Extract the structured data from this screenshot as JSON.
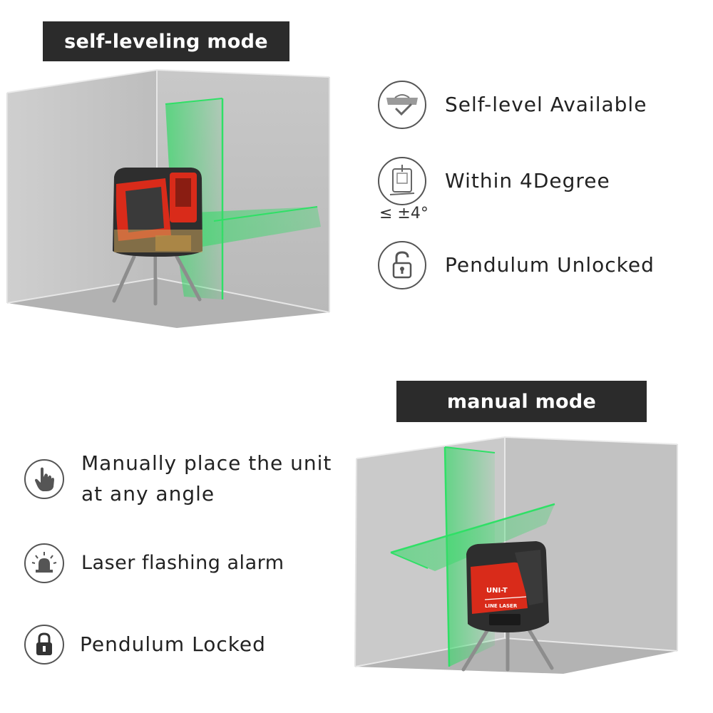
{
  "self_leveling": {
    "banner": "self-leveling mode",
    "features": [
      {
        "icon": "level-check-icon",
        "label": "Self-level Available"
      },
      {
        "icon": "tilt-range-icon",
        "label": "Within 4Degree",
        "sublabel": "≤ ±4°"
      },
      {
        "icon": "unlocked-padlock-icon",
        "label": "Pendulum Unlocked"
      }
    ]
  },
  "manual": {
    "banner": "manual mode",
    "features": [
      {
        "icon": "hand-pointer-icon",
        "label_line1": "Manually place the unit",
        "label_line2": "at any angle"
      },
      {
        "icon": "alarm-beacon-icon",
        "label": "Laser flashing alarm"
      },
      {
        "icon": "locked-padlock-icon",
        "label": "Pendulum Locked"
      }
    ]
  },
  "device": {
    "brand": "UNI-T",
    "model_label": "LINE LASER"
  },
  "colors": {
    "banner_bg": "#2b2b2b",
    "laser_green": "#3de06a",
    "device_red": "#d92b1a",
    "device_dark": "#2e2e2e"
  }
}
